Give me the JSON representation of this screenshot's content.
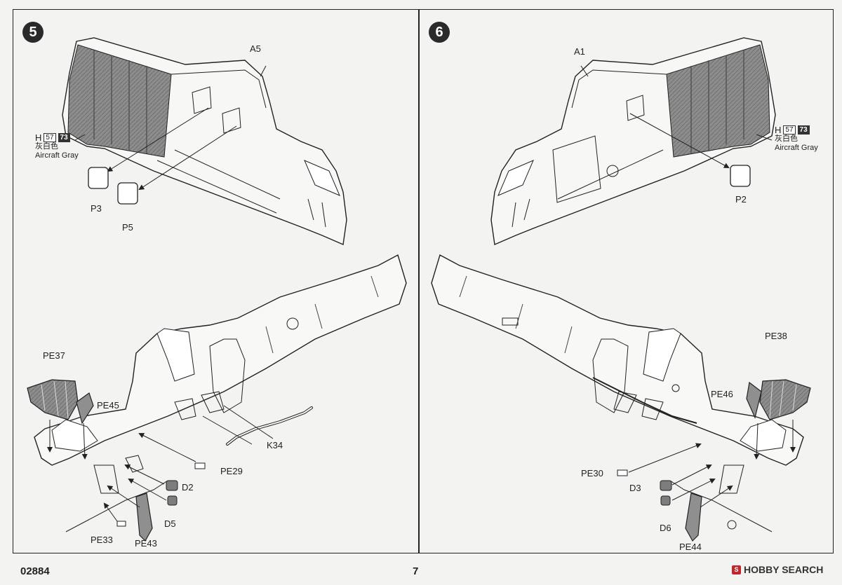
{
  "document": {
    "kit_code": "02884",
    "page_number": "7",
    "brand": "HOBBY SEARCH",
    "brand_mark": "S"
  },
  "steps": [
    {
      "number": "5",
      "top_labels": {
        "A": "A5",
        "P_a": "P3",
        "P_b": "P5"
      },
      "paint": {
        "prefix": "H",
        "code1": "57",
        "code2": "73",
        "jp": "灰白色",
        "en": "Aircraft Gray"
      },
      "bottom_labels": {
        "pe_window_a": "PE37",
        "pe_window_b": "PE45",
        "rail": "K34",
        "pe_plate": "PE29",
        "d_a": "D2",
        "d_b": "D5",
        "pe_small": "PE33",
        "pe_grille": "PE43"
      }
    },
    {
      "number": "6",
      "top_labels": {
        "A": "A1",
        "P_a": "P2"
      },
      "paint": {
        "prefix": "H",
        "code1": "57",
        "code2": "73",
        "jp": "灰白色",
        "en": "Aircraft Gray"
      },
      "bottom_labels": {
        "pe_window_a": "PE38",
        "pe_window_b": "PE46",
        "pe_plate": "PE30",
        "d_a": "D3",
        "d_b": "D6",
        "pe_grille": "PE44"
      }
    }
  ]
}
